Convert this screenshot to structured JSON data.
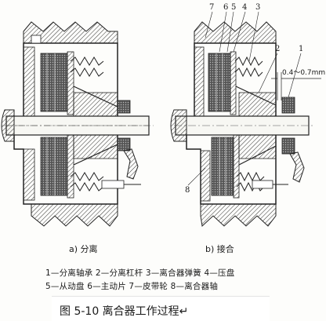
{
  "labels": {
    "left": "a) 分离",
    "right": "b) 接合",
    "gap": "0.4～0.7mm",
    "part_numbers": [
      "7",
      "6",
      "5",
      "4",
      "3",
      "2",
      "1",
      "8"
    ]
  },
  "legend": {
    "line1": "1—分离轴承  2—分离杠杆  3—离合器弹簧  4—压盘",
    "line2": "5—从动盘  6—主动片  7—皮带轮  8—离合器轴"
  },
  "caption": "图 5-10  离合器工作过程↵"
}
